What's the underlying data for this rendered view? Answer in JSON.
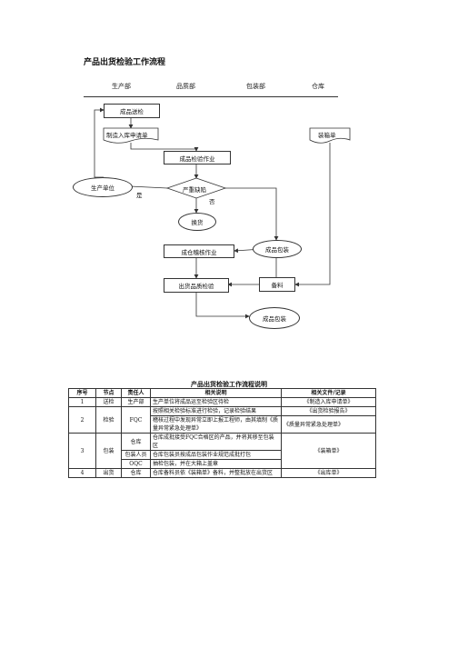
{
  "title": "产品出货检验工作流程",
  "columns": [
    "生产部",
    "品质部",
    "包装部",
    "仓库"
  ],
  "flow": {
    "ship_inspect": "成品送检",
    "make_form": "制造入库申请单",
    "packing_list": "装箱单",
    "inspect_work": "成品检验作业",
    "production_unit": "生产单位",
    "decision": "严重缺陷",
    "yes": "是",
    "no": "否",
    "rework": "换货",
    "warehouse_check": "成仓稽核作业",
    "pack1": "成品包装",
    "outgoing_check": "出货品质检验",
    "prepare": "备料",
    "pack2": "成品包装"
  },
  "table": {
    "title": "产品出货检验工作流程说明",
    "headers": [
      "序号",
      "节点",
      "责任人",
      "相关说明",
      "相关文件/记录"
    ],
    "rows": [
      {
        "no": "1",
        "node": "送检",
        "owner": "生产部",
        "desc": "生产单位将成品运至检验区待检",
        "doc": "《制造入库申请单》"
      },
      {
        "no": "2",
        "node": "检验",
        "owner": "FQC",
        "desc": "按照相关检验标准进行检验，记录检验结果",
        "doc": "《出货检验报告》"
      },
      {
        "desc": "稽核过程中发现异常立即上报工程师，由其填制《质量异常紧急处理单》",
        "doc": "《质量异常紧急处理单》"
      },
      {
        "no": "3",
        "node": "包装",
        "owner": "仓库",
        "desc": "仓库成批接受FQC合格区的产品，并将其移至包装区",
        "doc": "《装箱单》"
      },
      {
        "owner": "包装人员",
        "desc": "仓库包装员按成品包装作业规范成批打包"
      },
      {
        "owner": "OQC",
        "desc": "抽检包装，并在大箱上盖章"
      },
      {
        "no": "4",
        "node": "出货",
        "owner": "仓库",
        "desc": "仓库备料员依《装箱单》备料，并整批放在出货区",
        "doc": "《出库单》"
      }
    ]
  }
}
